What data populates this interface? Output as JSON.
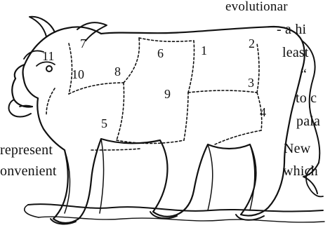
{
  "page_text": {
    "line1": "evolutionar",
    "line2": "- a hi",
    "line3": "least",
    "line4": "“",
    "line5": "to c",
    "line6": "pala",
    "line7": "represent",
    "line8": "New",
    "line9": "onvenient",
    "line10": "which"
  },
  "cuts": {
    "c1": "1",
    "c2": "2",
    "c3": "3",
    "c4": "4",
    "c5": "5",
    "c6": "6",
    "c7": "7",
    "c8": "8",
    "c9": "9",
    "c10": "10",
    "c11": "11"
  }
}
